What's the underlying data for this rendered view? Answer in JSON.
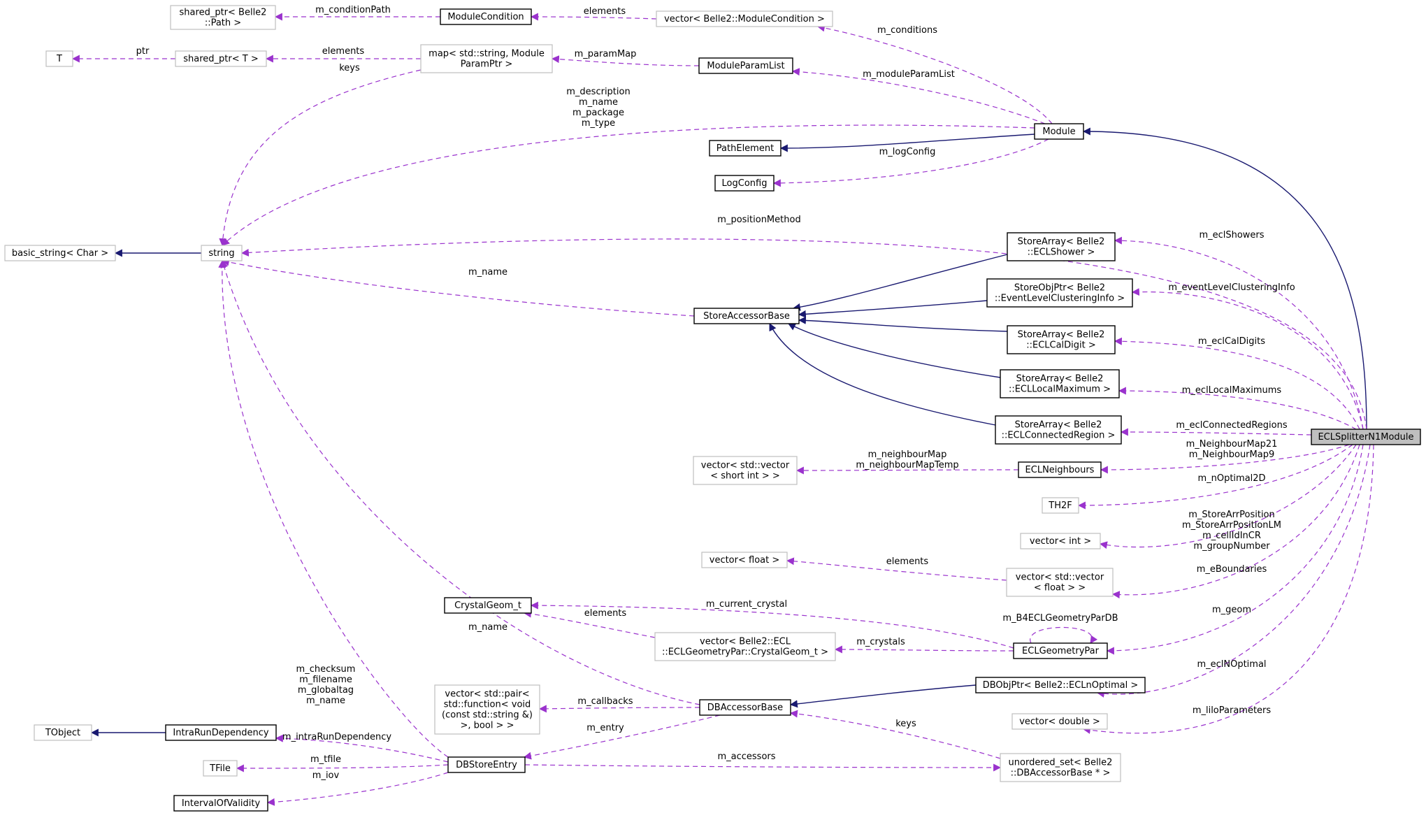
{
  "colors": {
    "inherit": "#191970",
    "member": "#9a32cd",
    "box_black": "#000000",
    "box_gray": "#bfbfbf",
    "focus_fill": "#bfbfbf"
  },
  "nodes": [
    {
      "id": "sp_path",
      "lines": [
        "shared_ptr< Belle2",
        "::Path >"
      ],
      "style": "gray"
    },
    {
      "id": "modcond",
      "lines": [
        "ModuleCondition"
      ],
      "style": "black"
    },
    {
      "id": "vec_modcond",
      "lines": [
        "vector< Belle2::ModuleCondition >"
      ],
      "style": "gray"
    },
    {
      "id": "T",
      "lines": [
        "T"
      ],
      "style": "gray"
    },
    {
      "id": "sp_T",
      "lines": [
        "shared_ptr< T >"
      ],
      "style": "gray"
    },
    {
      "id": "map_param",
      "lines": [
        "map< std::string, Module",
        "ParamPtr >"
      ],
      "style": "gray"
    },
    {
      "id": "modparamlist",
      "lines": [
        "ModuleParamList"
      ],
      "style": "black"
    },
    {
      "id": "pathelement",
      "lines": [
        "PathElement"
      ],
      "style": "black"
    },
    {
      "id": "module",
      "lines": [
        "Module"
      ],
      "style": "black"
    },
    {
      "id": "logconfig",
      "lines": [
        "LogConfig"
      ],
      "style": "black"
    },
    {
      "id": "basic_string",
      "lines": [
        "basic_string< Char >"
      ],
      "style": "gray"
    },
    {
      "id": "string",
      "lines": [
        "string"
      ],
      "style": "gray"
    },
    {
      "id": "sa_shower",
      "lines": [
        "StoreArray< Belle2",
        "::ECLShower >"
      ],
      "style": "black"
    },
    {
      "id": "sop_elci",
      "lines": [
        "StoreObjPtr< Belle2",
        "::EventLevelClusteringInfo >"
      ],
      "style": "black"
    },
    {
      "id": "storeaccessor",
      "lines": [
        "StoreAccessorBase"
      ],
      "style": "black"
    },
    {
      "id": "sa_caldigit",
      "lines": [
        "StoreArray< Belle2",
        "::ECLCalDigit >"
      ],
      "style": "black"
    },
    {
      "id": "sa_localmax",
      "lines": [
        "StoreArray< Belle2",
        "::ECLLocalMaximum >"
      ],
      "style": "black"
    },
    {
      "id": "sa_connreg",
      "lines": [
        "StoreArray< Belle2",
        "::ECLConnectedRegion >"
      ],
      "style": "black"
    },
    {
      "id": "splitter",
      "lines": [
        "ECLSplitterN1Module"
      ],
      "style": "focus"
    },
    {
      "id": "vec_vec_short",
      "lines": [
        "vector< std::vector",
        "< short int > >"
      ],
      "style": "gray"
    },
    {
      "id": "eclneighbours",
      "lines": [
        "ECLNeighbours"
      ],
      "style": "black"
    },
    {
      "id": "th2f",
      "lines": [
        "TH2F"
      ],
      "style": "gray"
    },
    {
      "id": "vec_int",
      "lines": [
        "vector< int >"
      ],
      "style": "gray"
    },
    {
      "id": "vec_float",
      "lines": [
        "vector< float >"
      ],
      "style": "gray"
    },
    {
      "id": "vec_vec_float",
      "lines": [
        "vector< std::vector",
        "< float > >"
      ],
      "style": "gray"
    },
    {
      "id": "crystalgeom",
      "lines": [
        "CrystalGeom_t"
      ],
      "style": "black"
    },
    {
      "id": "vec_crystalgeom",
      "lines": [
        "vector< Belle2::ECL",
        "::ECLGeometryPar::CrystalGeom_t >"
      ],
      "style": "gray"
    },
    {
      "id": "eclgeompar",
      "lines": [
        "ECLGeometryPar"
      ],
      "style": "black"
    },
    {
      "id": "vec_pair",
      "lines": [
        "vector< std::pair<",
        "std::function< void",
        "(const std::string &)",
        ">, bool > >"
      ],
      "style": "gray"
    },
    {
      "id": "dbaccessor",
      "lines": [
        "DBAccessorBase"
      ],
      "style": "black"
    },
    {
      "id": "dbobj_nopt",
      "lines": [
        "DBObjPtr< Belle2::ECLnOptimal >"
      ],
      "style": "black"
    },
    {
      "id": "vec_double",
      "lines": [
        "vector< double >"
      ],
      "style": "gray"
    },
    {
      "id": "tobject",
      "lines": [
        "TObject"
      ],
      "style": "gray"
    },
    {
      "id": "intrarun",
      "lines": [
        "IntraRunDependency"
      ],
      "style": "black"
    },
    {
      "id": "tfile",
      "lines": [
        "TFile"
      ],
      "style": "gray"
    },
    {
      "id": "dbstoreentry",
      "lines": [
        "DBStoreEntry"
      ],
      "style": "black"
    },
    {
      "id": "unord_set",
      "lines": [
        "unordered_set< Belle2",
        "::DBAccessorBase * >"
      ],
      "style": "gray"
    },
    {
      "id": "iov",
      "lines": [
        "IntervalOfValidity"
      ],
      "style": "black"
    }
  ],
  "edges": [
    {
      "id": "e_condpath",
      "type": "member",
      "from": "modcond",
      "to": "sp_path",
      "labels": [
        "m_conditionPath"
      ]
    },
    {
      "id": "e_cond_elems",
      "type": "member",
      "from": "vec_modcond",
      "to": "modcond",
      "labels": [
        "elements"
      ]
    },
    {
      "id": "e_conditions",
      "type": "member",
      "from": "module",
      "to": "vec_modcond",
      "labels": [
        "m_conditions"
      ]
    },
    {
      "id": "e_ptr",
      "type": "member",
      "from": "sp_T",
      "to": "T",
      "labels": [
        "ptr"
      ]
    },
    {
      "id": "e_map_elems",
      "type": "member",
      "from": "map_param",
      "to": "sp_T",
      "labels": [
        "elements"
      ]
    },
    {
      "id": "e_parammap",
      "type": "member",
      "from": "modparamlist",
      "to": "map_param",
      "labels": [
        "m_paramMap"
      ]
    },
    {
      "id": "e_modparamlist",
      "type": "member",
      "from": "module",
      "to": "modparamlist",
      "labels": [
        "m_moduleParamList"
      ]
    },
    {
      "id": "e_map_keys",
      "type": "member",
      "from": "map_param",
      "to": "string",
      "labels": [
        "keys"
      ]
    },
    {
      "id": "e_module_strings",
      "type": "member",
      "from": "module",
      "to": "string",
      "labels": [
        "m_description",
        "m_name",
        "m_package",
        "m_type"
      ]
    },
    {
      "id": "e_inh_pathelement",
      "type": "inherit",
      "from": "module",
      "to": "pathelement",
      "labels": []
    },
    {
      "id": "e_logconfig",
      "type": "member",
      "from": "module",
      "to": "logconfig",
      "labels": [
        "m_logConfig"
      ]
    },
    {
      "id": "e_inh_module",
      "type": "inherit",
      "from": "splitter",
      "to": "module",
      "labels": []
    },
    {
      "id": "e_inh_basic_string",
      "type": "inherit",
      "from": "string",
      "to": "basic_string",
      "labels": []
    },
    {
      "id": "e_positionmethod",
      "type": "member",
      "from": "splitter",
      "to": "string",
      "labels": [
        "m_positionMethod"
      ]
    },
    {
      "id": "e_sa_name",
      "type": "member",
      "from": "storeaccessor",
      "to": "string",
      "labels": [
        "m_name"
      ]
    },
    {
      "id": "e_inh_sa_shower",
      "type": "inherit",
      "from": "sa_shower",
      "to": "storeaccessor",
      "labels": []
    },
    {
      "id": "e_inh_sop_elci",
      "type": "inherit",
      "from": "sop_elci",
      "to": "storeaccessor",
      "labels": []
    },
    {
      "id": "e_inh_sa_caldigit",
      "type": "inherit",
      "from": "sa_caldigit",
      "to": "storeaccessor",
      "labels": []
    },
    {
      "id": "e_inh_sa_localmax",
      "type": "inherit",
      "from": "sa_localmax",
      "to": "storeaccessor",
      "labels": []
    },
    {
      "id": "e_inh_sa_connreg",
      "type": "inherit",
      "from": "sa_connreg",
      "to": "storeaccessor",
      "labels": []
    },
    {
      "id": "e_eclshowers",
      "type": "member",
      "from": "splitter",
      "to": "sa_shower",
      "labels": [
        "m_eclShowers"
      ]
    },
    {
      "id": "e_elci",
      "type": "member",
      "from": "splitter",
      "to": "sop_elci",
      "labels": [
        "m_eventLevelClusteringInfo"
      ]
    },
    {
      "id": "e_caldigits",
      "type": "member",
      "from": "splitter",
      "to": "sa_caldigit",
      "labels": [
        "m_eclCalDigits"
      ]
    },
    {
      "id": "e_localmax",
      "type": "member",
      "from": "splitter",
      "to": "sa_localmax",
      "labels": [
        "m_eclLocalMaximums"
      ]
    },
    {
      "id": "e_connreg",
      "type": "member",
      "from": "splitter",
      "to": "sa_connreg",
      "labels": [
        "m_eclConnectedRegions"
      ]
    },
    {
      "id": "e_neighbourmaps",
      "type": "member",
      "from": "splitter",
      "to": "eclneighbours",
      "labels": [
        "m_NeighbourMap21",
        "m_NeighbourMap9"
      ]
    },
    {
      "id": "e_neighbourmap",
      "type": "member",
      "from": "eclneighbours",
      "to": "vec_vec_short",
      "labels": [
        "m_neighbourMap",
        "m_neighbourMapTemp"
      ]
    },
    {
      "id": "e_noptimal2d",
      "type": "member",
      "from": "splitter",
      "to": "th2f",
      "labels": [
        "m_nOptimal2D"
      ]
    },
    {
      "id": "e_storearr",
      "type": "member",
      "from": "splitter",
      "to": "vec_int",
      "labels": [
        "m_StoreArrPosition",
        "m_StoreArrPositionLM",
        "m_cellIdInCR",
        "m_groupNumber"
      ]
    },
    {
      "id": "e_vecfloat_elems",
      "type": "member",
      "from": "vec_vec_float",
      "to": "vec_float",
      "labels": [
        "elements"
      ]
    },
    {
      "id": "e_eboundaries",
      "type": "member",
      "from": "splitter",
      "to": "vec_vec_float",
      "labels": [
        "m_eBoundaries"
      ]
    },
    {
      "id": "e_current_crystal",
      "type": "member",
      "from": "eclgeompar",
      "to": "crystalgeom",
      "labels": [
        "m_current_crystal"
      ]
    },
    {
      "id": "e_crystal_elems",
      "type": "member",
      "from": "vec_crystalgeom",
      "to": "crystalgeom",
      "labels": [
        "elements"
      ]
    },
    {
      "id": "e_crystals",
      "type": "member",
      "from": "eclgeompar",
      "to": "vec_crystalgeom",
      "labels": [
        "m_crystals"
      ]
    },
    {
      "id": "e_b4geom",
      "type": "member",
      "from": "eclgeompar",
      "to": "eclgeompar",
      "labels": [
        "m_B4ECLGeometryParDB"
      ]
    },
    {
      "id": "e_geom",
      "type": "member",
      "from": "splitter",
      "to": "eclgeompar",
      "labels": [
        "m_geom"
      ]
    },
    {
      "id": "e_db_name",
      "type": "member",
      "from": "dbaccessor",
      "to": "string",
      "labels": [
        "m_name"
      ]
    },
    {
      "id": "e_callbacks",
      "type": "member",
      "from": "dbaccessor",
      "to": "vec_pair",
      "labels": [
        "m_callbacks"
      ]
    },
    {
      "id": "e_inh_dbobj",
      "type": "inherit",
      "from": "dbobj_nopt",
      "to": "dbaccessor",
      "labels": []
    },
    {
      "id": "e_eclnoptimal",
      "type": "member",
      "from": "splitter",
      "to": "dbobj_nopt",
      "labels": [
        "m_eclNOptimal"
      ]
    },
    {
      "id": "e_liloparams",
      "type": "member",
      "from": "splitter",
      "to": "vec_double",
      "labels": [
        "m_liloParameters"
      ]
    },
    {
      "id": "e_entry",
      "type": "member",
      "from": "dbaccessor",
      "to": "dbstoreentry",
      "labels": [
        "m_entry"
      ]
    },
    {
      "id": "e_inh_tobject",
      "type": "inherit",
      "from": "intrarun",
      "to": "tobject",
      "labels": []
    },
    {
      "id": "e_intrarun",
      "type": "member",
      "from": "dbstoreentry",
      "to": "intrarun",
      "labels": [
        "m_intraRunDependency"
      ]
    },
    {
      "id": "e_tfile",
      "type": "member",
      "from": "dbstoreentry",
      "to": "tfile",
      "labels": [
        "m_tfile"
      ]
    },
    {
      "id": "e_iov",
      "type": "member",
      "from": "dbstoreentry",
      "to": "iov",
      "labels": [
        "m_iov"
      ]
    },
    {
      "id": "e_accessors",
      "type": "member",
      "from": "dbstoreentry",
      "to": "unord_set",
      "labels": [
        "m_accessors"
      ]
    },
    {
      "id": "e_keys",
      "type": "member",
      "from": "unord_set",
      "to": "dbaccessor",
      "labels": [
        "keys"
      ]
    },
    {
      "id": "e_db_strings",
      "type": "member",
      "from": "dbstoreentry",
      "to": "string",
      "labels": [
        "m_checksum",
        "m_filename",
        "m_globaltag",
        "m_name"
      ]
    }
  ]
}
